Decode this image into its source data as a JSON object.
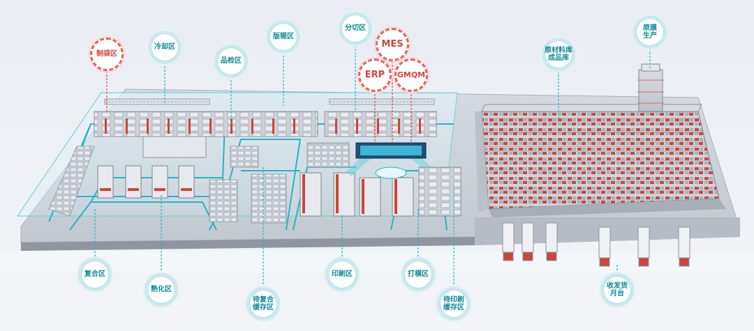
{
  "zones": {
    "zhidai": "制袋区",
    "lengque": "冷却区",
    "pinjian": "品检区",
    "banguan": "版辊区",
    "fenqie": "分切区",
    "mes": "MES",
    "erp": "ERP",
    "gmqm": "GMQM",
    "yuancailiao": "原材料库\n成品库",
    "yuanmo": "原膜\n生产",
    "fuhe": "复合区",
    "shuhua": "熟化区",
    "daifuhe": "待复合\n缓存区",
    "yinshua": "印刷区",
    "dahengqu": "打横区",
    "daiyinshua": "待印刷\n缓存区",
    "shoufahuo": "收发货\n月台"
  },
  "colors": {
    "teal": "#0e8a98",
    "red": "#d8433c",
    "zone_line": "#27b4c6",
    "floor": "#c9ced6",
    "rack_red": "#c9473d"
  }
}
